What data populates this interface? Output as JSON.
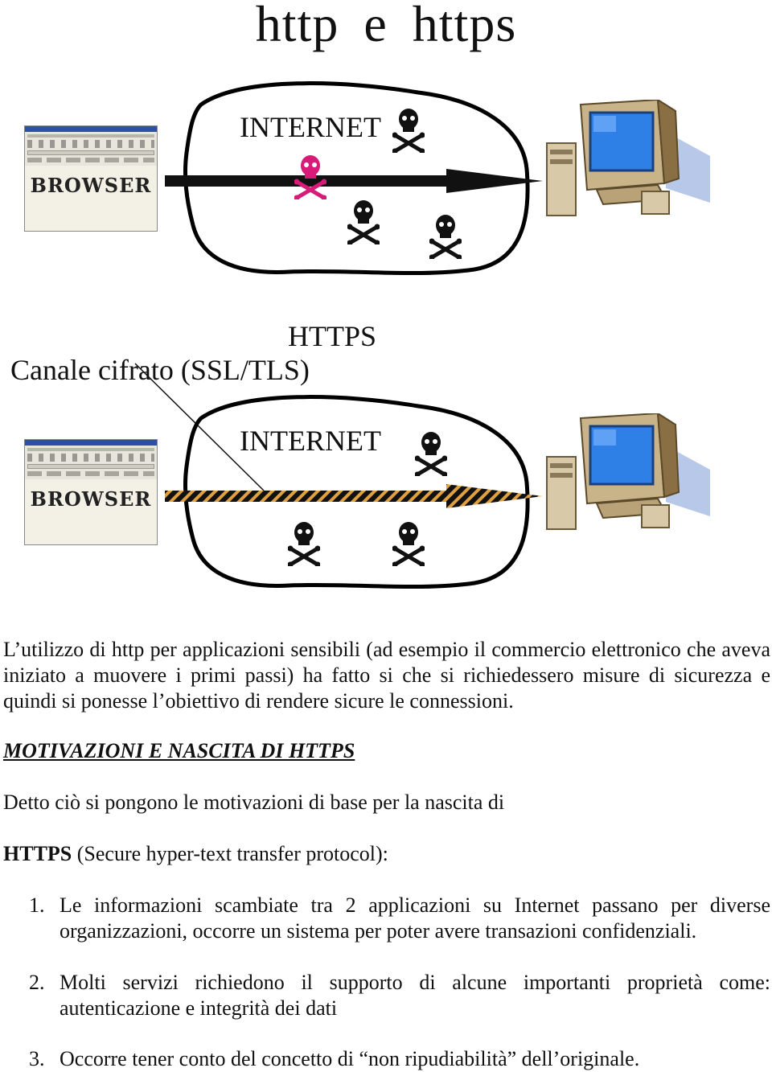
{
  "title": "http  e  https",
  "diagram1": {
    "cloud_label": "INTERNET",
    "browser_label": "BROWSER"
  },
  "diagram2": {
    "protocol_label": "HTTPS",
    "channel_label": "Canale cifrato (SSL/TLS)",
    "cloud_label": "INTERNET",
    "browser_label": "BROWSER"
  },
  "intro_paragraph": "L’utilizzo di http per applicazioni sensibili (ad esempio il commercio elettronico che aveva iniziato a muovere i primi passi) ha fatto si che si richiedessero misure di sicurezza e quindi si ponesse l’obiettivo di rendere sicure le connessioni.",
  "section_heading": "MOTIVAZIONI E NASCITA DI HTTPS",
  "lead_line": "Detto ciò si pongono le motivazioni di base per la nascita di",
  "https_term": "HTTPS",
  "https_definition": " (Secure hyper-text transfer protocol):",
  "list": [
    {
      "num": "1.",
      "text": "Le informazioni scambiate tra 2 applicazioni su Internet passano per diverse organizzazioni, occorre un sistema per poter avere transazioni confidenziali."
    },
    {
      "num": "2.",
      "text": "Molti servizi richiedono il supporto di alcune importanti proprietà come: autenticazione e integrità dei dati"
    },
    {
      "num": "3.",
      "text": "Occorre tener conto del concetto di “non ripudiabilità” dell’originale."
    }
  ],
  "colors": {
    "arrow": "#111111",
    "pink_skull": "#d81b78",
    "screen_blue": "#2e7fe6",
    "hatch": "#e0a040"
  },
  "icons": [
    "browser-window-icon",
    "computer-icon",
    "skull-crossbones-icon",
    "arrow-icon"
  ]
}
